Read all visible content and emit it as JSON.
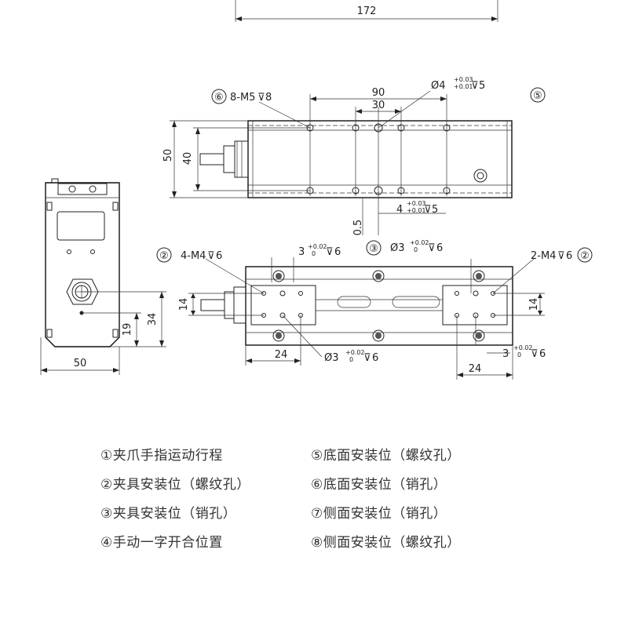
{
  "dimensions": {
    "top_width": "172",
    "side_width": "50",
    "side_h1": "34",
    "side_h2": "19",
    "top_len1": "90",
    "top_len2": "30",
    "top_h1": "50",
    "top_h2": "40",
    "top_offset": "0.5",
    "bottom_w1": "14",
    "bottom_w2": "14",
    "bottom_l1": "24",
    "bottom_l2": "24"
  },
  "callouts": {
    "c6_num": "⑥",
    "c6_text": "8-M5",
    "c6_depth": "8",
    "c5_num": "⑤",
    "pin_top": "Ø4",
    "pin_top_tol_up": "+0.03",
    "pin_top_tol_dn": "+0.01",
    "pin_top_depth": "5",
    "slot_top": "4",
    "slot_top_tol_up": "+0.03",
    "slot_top_tol_dn": "+0.01",
    "slot_top_depth": "5",
    "c2_left_num": "②",
    "c2_left_text": "4-M4",
    "c2_left_depth": "6",
    "c3_a": "3",
    "c3_a_tol_up": "+0.02",
    "c3_a_tol_dn": "0",
    "c3_a_depth": "6",
    "c3_num": "③",
    "c3_b": "Ø3",
    "c3_b_tol_up": "+0.02",
    "c3_b_tol_dn": "0",
    "c3_b_depth": "6",
    "c2_right_text": "2-M4",
    "c2_right_depth": "6",
    "c2_right_num": "②",
    "c3_c": "Ø3",
    "c3_c_tol_up": "+0.02",
    "c3_c_tol_dn": "0",
    "c3_c_depth": "6",
    "c3_d": "3",
    "c3_d_tol_up": "+0.02",
    "c3_d_tol_dn": "0",
    "c3_d_depth": "6"
  },
  "legend": [
    "①夹爪手指运动行程",
    "②夹具安装位（螺纹孔）",
    "③夹具安装位（销孔）",
    "④手动一字开合位置",
    "⑤底面安装位（螺纹孔）",
    "⑥底面安装位（销孔）",
    "⑦侧面安装位（销孔）",
    "⑧侧面安装位（螺纹孔）"
  ]
}
